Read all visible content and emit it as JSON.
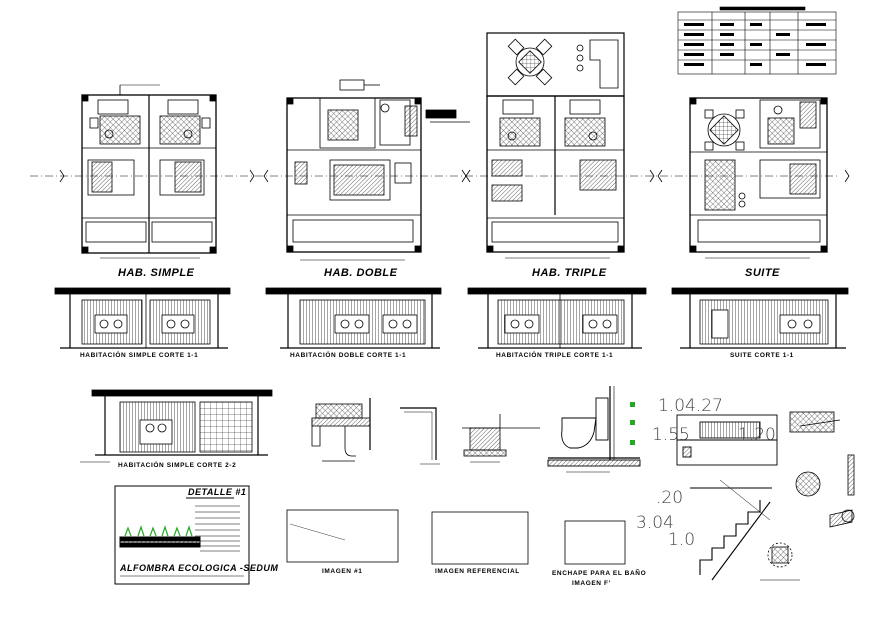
{
  "plan_titles": {
    "simple": "HAB. SIMPLE",
    "doble": "HAB. DOBLE",
    "triple": "HAB. TRIPLE",
    "suite": "SUITE"
  },
  "section_titles": {
    "simple": "HABITACIÓN SIMPLE CORTE 1-1",
    "doble": "HABITACIÓN DOBLE CORTE 1-1",
    "triple": "HABITACIÓN TRIPLE CORTE 1-1",
    "suite": "SUITE CORTE 1-1",
    "simple2": "HABITACIÓN SIMPLE CORTE 2-2"
  },
  "detail": {
    "title": "DETALLE #1",
    "caption": "ALFOMBRA ECOLOGICA -SEDUM"
  },
  "image_captions": {
    "img1": "IMAGEN #1",
    "ref": "IMAGEN REFERENCIAL",
    "enchape_line1": "ENCHAPE PARA EL BAÑO",
    "enchape_line2": "IMAGEN F'"
  },
  "dimensions": {
    "d1": "1.04.27",
    "d2": "1.55",
    "d3": "1.20",
    "d4": ".20",
    "d5": "3.04",
    "d6": "1.0"
  },
  "colors": {
    "line": "#000000",
    "accent_green": "#22aa22",
    "dim_text": "#444444"
  }
}
